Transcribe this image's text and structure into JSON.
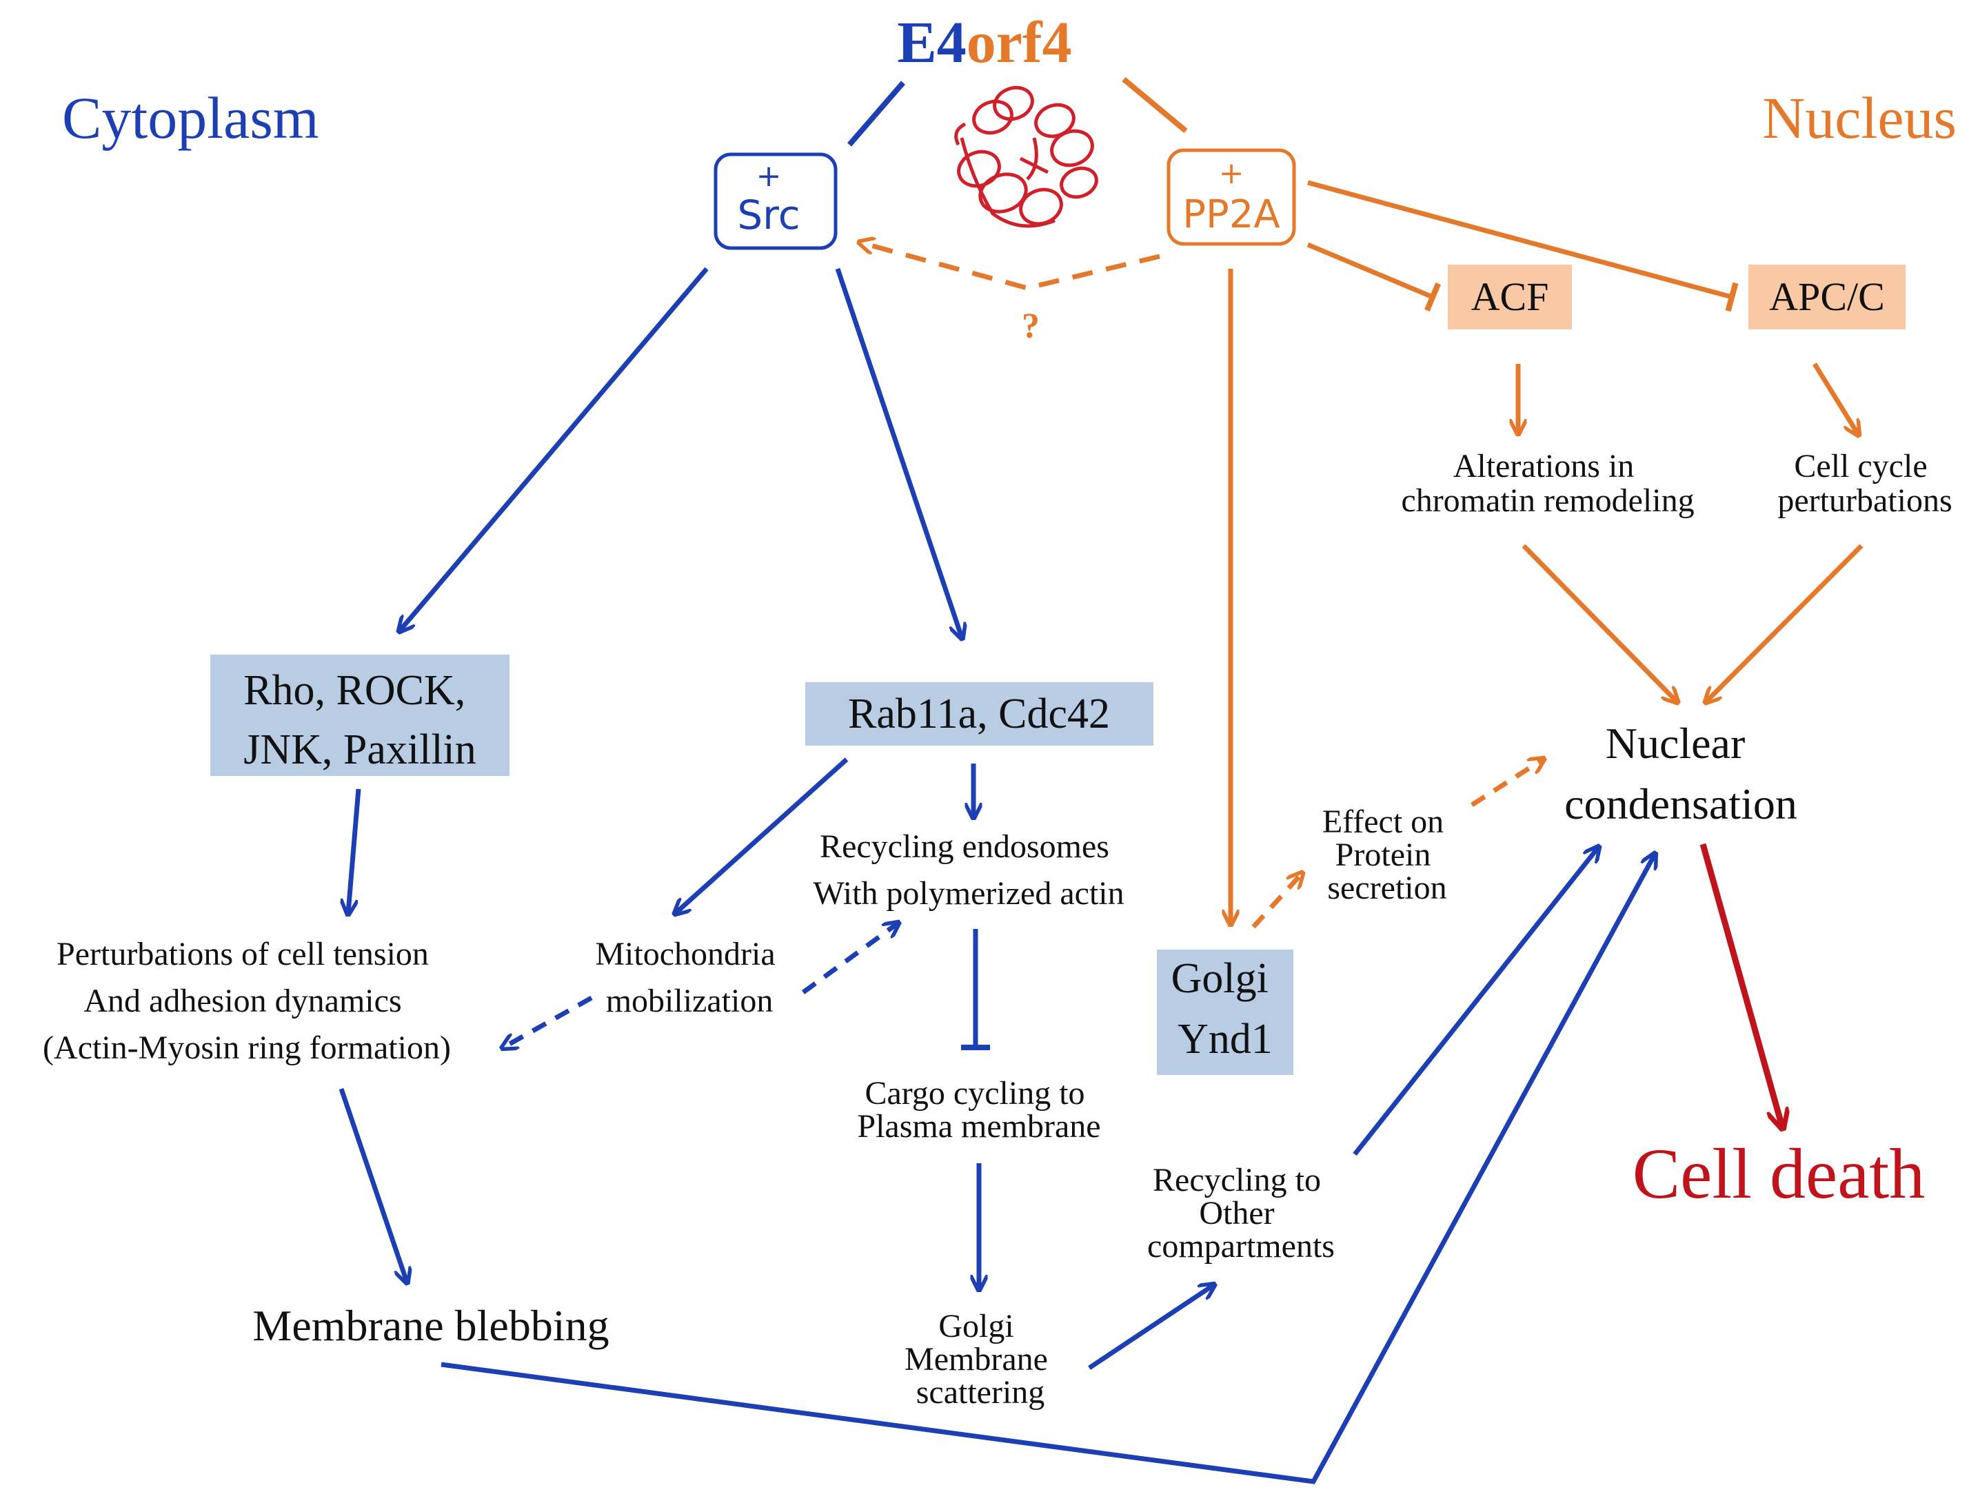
{
  "title": {
    "part1": "E4",
    "part2": "orf4"
  },
  "regions": {
    "cytoplasm": "Cytoplasm",
    "nucleus": "Nucleus"
  },
  "nodes": {
    "src": {
      "sign": "+",
      "label": "Src"
    },
    "pp2a": {
      "sign": "+",
      "label": "PP2A"
    },
    "question": "?",
    "acf": "ACF",
    "apcc": "APC/C",
    "chromatin": [
      "Alterations  in",
      "chromatin remodeling"
    ],
    "cell_cycle": [
      "Cell cycle",
      "perturbations"
    ],
    "rho": [
      "Rho, ROCK,",
      "JNK, Paxillin"
    ],
    "rab": "Rab11a, Cdc42",
    "recycling_endosomes": [
      "Recycling  endosomes",
      "With polymerized actin"
    ],
    "perturbations": [
      "Perturbations of cell tension",
      "And adhesion dynamics",
      "(Actin-Myosin  ring formation)"
    ],
    "mitochondria": [
      "Mitochondria",
      "mobilization"
    ],
    "cargo": [
      "Cargo cycling to",
      "Plasma membrane"
    ],
    "golgi_ynd1": [
      "Golgi",
      "Ynd1"
    ],
    "protein_secretion": [
      "Effect on",
      "Protein",
      "secretion"
    ],
    "nuclear_condensation": [
      "Nuclear",
      "condensation"
    ],
    "recycling_other": [
      "Recycling  to",
      "Other",
      "compartments"
    ],
    "golgi_scattering": [
      "Golgi",
      "Membrane",
      "scattering"
    ],
    "membrane_blebbing": "Membrane blebbing",
    "cell_death": "Cell death"
  },
  "colors": {
    "blue": "#1d3fb4",
    "orange": "#e4792b",
    "red": "#c0141c",
    "box_blue": "#b8cde4",
    "box_orange": "#f8c9a4",
    "text": "#111111"
  },
  "icons": {
    "protein_structure": "protein-ribbon-structure-icon"
  }
}
